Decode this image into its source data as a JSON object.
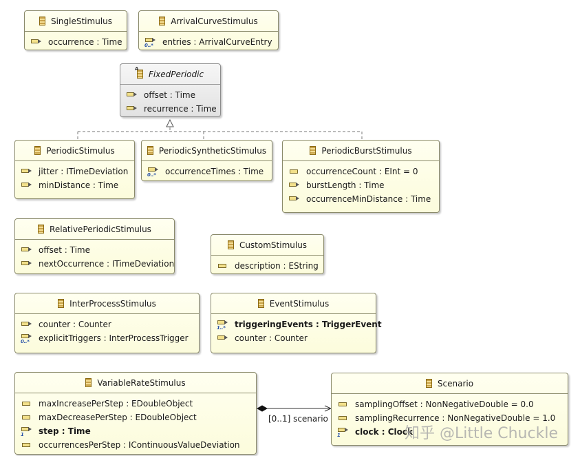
{
  "classes": {
    "single_stimulus": {
      "name": "SingleStimulus",
      "attrs": [
        {
          "text": "occurrence : Time"
        }
      ]
    },
    "arrival_curve_stimulus": {
      "name": "ArrivalCurveStimulus",
      "attrs": [
        {
          "text": "entries : ArrivalCurveEntry",
          "mult": "0..*"
        }
      ]
    },
    "fixed_periodic": {
      "name": "FixedPeriodic",
      "attrs": [
        {
          "text": "offset : Time"
        },
        {
          "text": "recurrence : Time"
        }
      ]
    },
    "periodic_stimulus": {
      "name": "PeriodicStimulus",
      "attrs": [
        {
          "text": "jitter : ITimeDeviation"
        },
        {
          "text": "minDistance : Time"
        }
      ]
    },
    "periodic_synthetic_stimulus": {
      "name": "PeriodicSyntheticStimulus",
      "attrs": [
        {
          "text": "occurrenceTimes : Time",
          "mult": "0..*"
        }
      ]
    },
    "periodic_burst_stimulus": {
      "name": "PeriodicBurstStimulus",
      "attrs": [
        {
          "text": "occurrenceCount : EInt = 0"
        },
        {
          "text": "burstLength : Time"
        },
        {
          "text": "occurrenceMinDistance : Time"
        }
      ]
    },
    "relative_periodic_stimulus": {
      "name": "RelativePeriodicStimulus",
      "attrs": [
        {
          "text": "offset : Time"
        },
        {
          "text": "nextOccurrence : ITimeDeviation"
        }
      ]
    },
    "custom_stimulus": {
      "name": "CustomStimulus",
      "attrs": [
        {
          "text": "description : EString"
        }
      ]
    },
    "inter_process_stimulus": {
      "name": "InterProcessStimulus",
      "attrs": [
        {
          "text": "counter : Counter"
        },
        {
          "text": "explicitTriggers : InterProcessTrigger",
          "mult": "0..*"
        }
      ]
    },
    "event_stimulus": {
      "name": "EventStimulus",
      "attrs": [
        {
          "text": "triggeringEvents : TriggerEvent",
          "mult": "1..*"
        },
        {
          "text": "counter : Counter"
        }
      ]
    },
    "variable_rate_stimulus": {
      "name": "VariableRateStimulus",
      "attrs": [
        {
          "text": "maxIncreasePerStep : EDoubleObject"
        },
        {
          "text": "maxDecreasePerStep : EDoubleObject"
        },
        {
          "text": "step : Time",
          "mult": "1"
        },
        {
          "text": "occurrencesPerStep : IContinuousValueDeviation"
        }
      ]
    },
    "scenario": {
      "name": "Scenario",
      "attrs": [
        {
          "text": "samplingOffset : NonNegativeDouble = 0.0"
        },
        {
          "text": "samplingRecurrence : NonNegativeDouble = 1.0"
        },
        {
          "text": "clock : Clock",
          "mult": "1"
        }
      ]
    }
  },
  "association": {
    "label": "[0..1] scenario"
  },
  "watermark": "知乎 @Little Chuckle",
  "colors": {
    "class_fill": "#fcfcdc",
    "abstract_fill": "#e8e8e8",
    "multiplicity": "#2550a8"
  }
}
